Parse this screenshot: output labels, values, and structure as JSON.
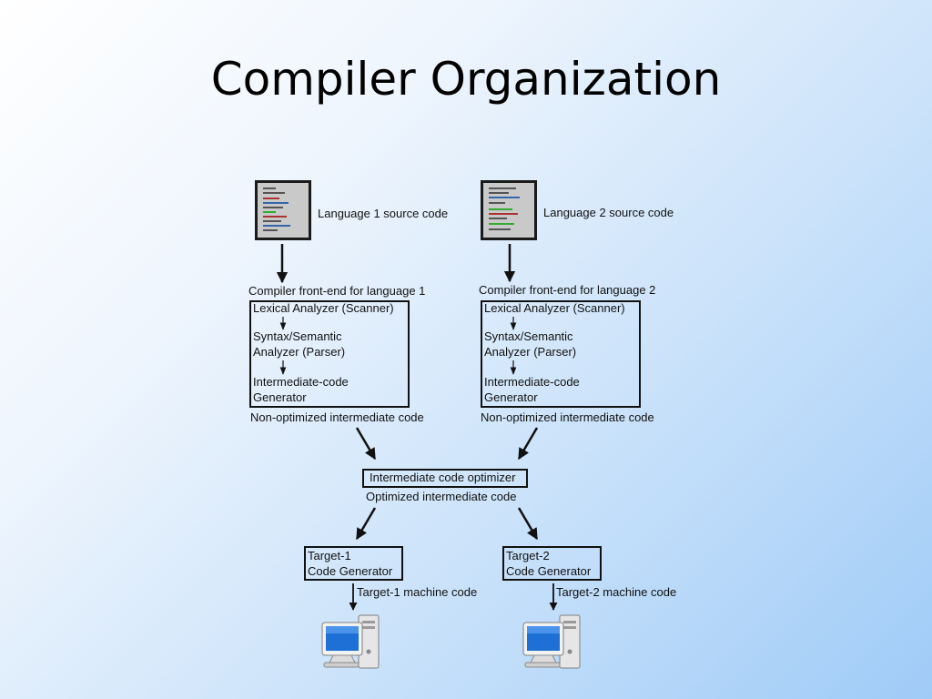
{
  "slide": {
    "title": "Compiler Organization"
  },
  "diagram": {
    "lang1_source": "Language 1 source code",
    "lang2_source": "Language 2 source code",
    "frontend1_title": "Compiler front-end for language 1",
    "frontend2_title": "Compiler front-end for language 2",
    "lexical": "Lexical Analyzer (Scanner)",
    "syntax_line1": "Syntax/Semantic",
    "syntax_line2": "Analyzer (Parser)",
    "icg_line1": "Intermediate-code",
    "icg_line2": "Generator",
    "nonopt": "Non-optimized intermediate code",
    "optimizer": "Intermediate code optimizer",
    "optimized": "Optimized intermediate code",
    "target1_line1": "Target-1",
    "target2_line1": "Target-2",
    "codegen": "Code Generator",
    "target1_machine": "Target-1 machine code",
    "target2_machine": "Target-2 machine code"
  }
}
